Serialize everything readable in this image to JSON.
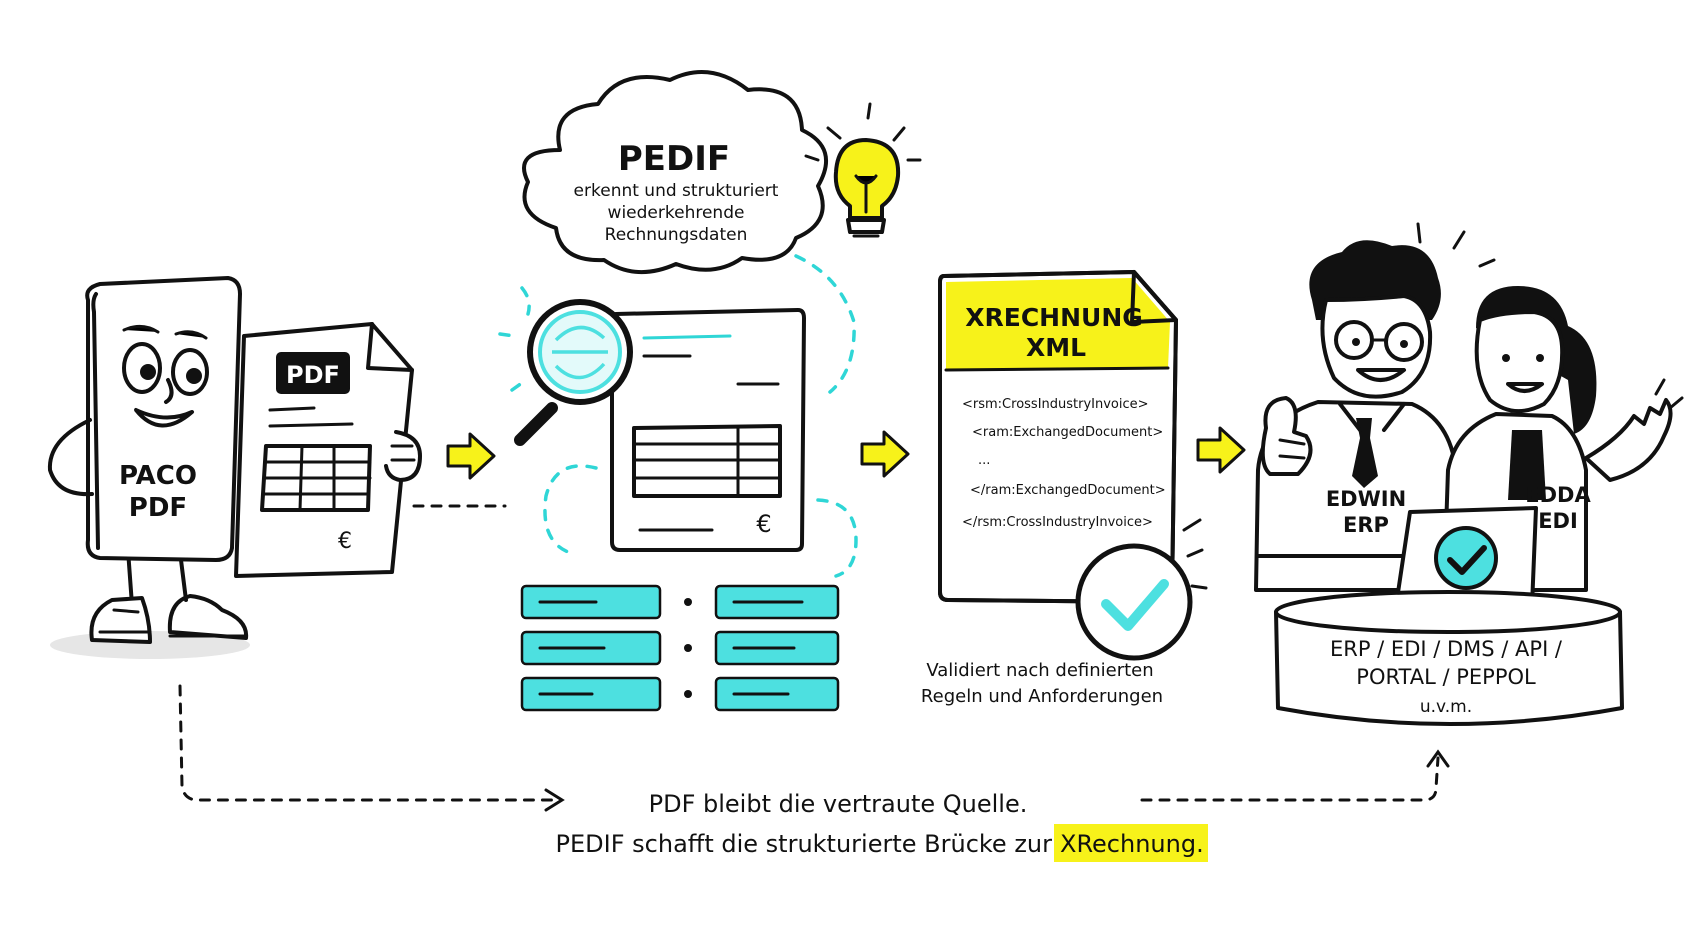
{
  "colors": {
    "accent_yellow": "#f7f21a",
    "accent_cyan": "#4de0e0",
    "ink": "#111111"
  },
  "paco": {
    "name_line1": "PACO",
    "name_line2": "PDF",
    "doc_badge": "PDF",
    "currency": "€"
  },
  "pedif_cloud": {
    "title": "PEDIF",
    "line1": "erkennt und strukturiert",
    "line2": "wiederkehrende",
    "line3": "Rechnungsdaten"
  },
  "invoice": {
    "currency": "€"
  },
  "xrechnung": {
    "title_line1": "XRECHNUNG",
    "title_line2": "XML",
    "code_lines": [
      "<rsm:CrossIndustryInvoice>",
      "<ram:ExchangedDocument>",
      "...",
      "</ram:ExchangedDocument>",
      "</rsm:CrossIndustryInvoice>"
    ],
    "validation_line1": "Validiert nach definierten",
    "validation_line2": "Regeln und Anforderungen"
  },
  "edwin": {
    "line1": "EDWIN",
    "line2": "ERP"
  },
  "edda": {
    "line1": "EDDA",
    "line2": "EDI"
  },
  "systems": {
    "line1": "ERP / EDI / DMS / API /",
    "line2": "PORTAL / PEPPOL",
    "line3": "u.v.m."
  },
  "caption": {
    "line1": "PDF bleibt die vertraute Quelle.",
    "line2_prefix": "PEDIF schafft die strukturierte Brücke zur",
    "line2_highlight": "XRechnung."
  }
}
